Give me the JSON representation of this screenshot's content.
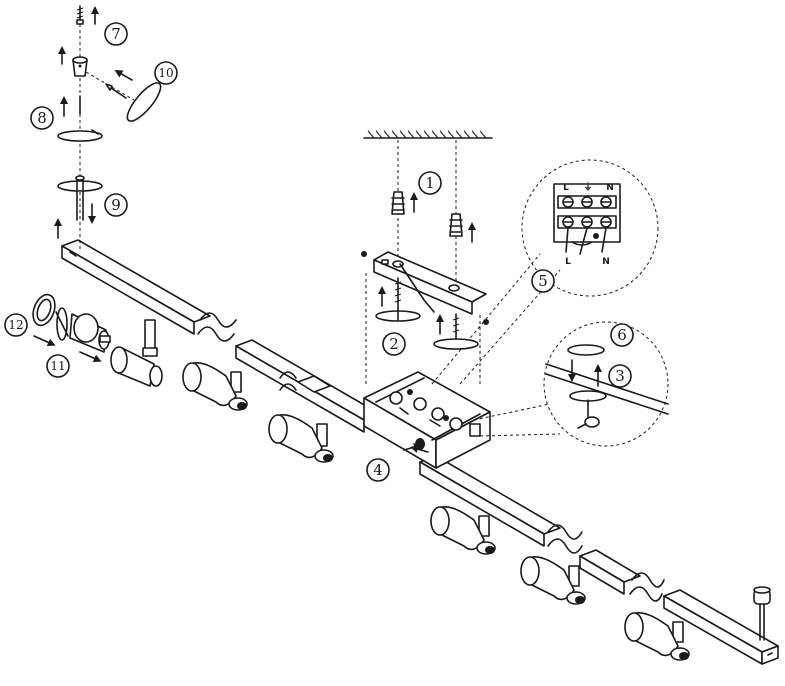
{
  "steps": {
    "s1": "1",
    "s2": "2",
    "s3": "3",
    "s4": "4",
    "s5": "5",
    "s6": "6",
    "s7": "7",
    "s8": "8",
    "s9": "9",
    "s10": "10",
    "s11": "11",
    "s12": "12"
  },
  "terminal_labels": {
    "top_left": "L",
    "top_right": "N",
    "bottom_left": "L",
    "bottom_right": "N"
  },
  "ground_symbol": "⏚"
}
